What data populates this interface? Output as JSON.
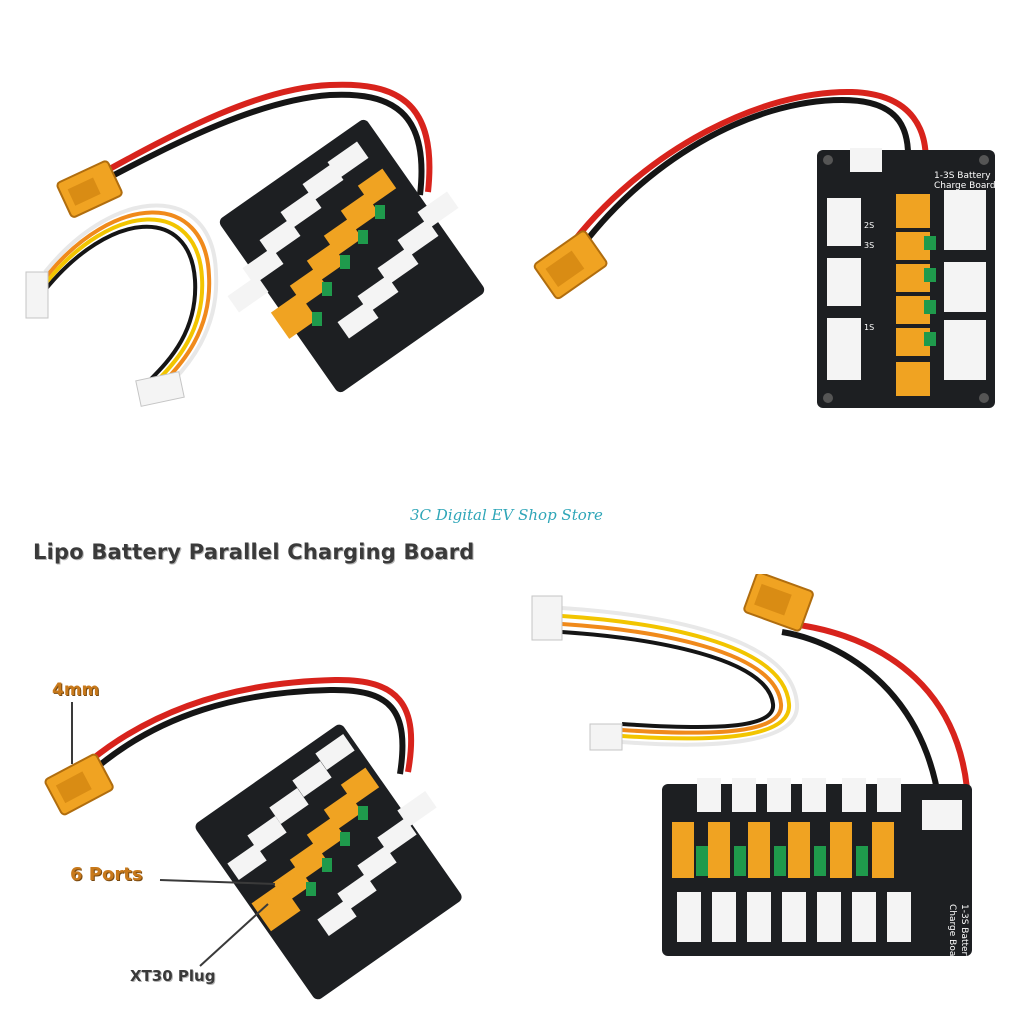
{
  "watermark": "3C Digital EV Shop Store",
  "title": "Lipo Battery Parallel Charging Board",
  "callouts": {
    "wire": "4mm",
    "ports": "6 Ports",
    "plug": "XT30 Plug"
  },
  "board_print": {
    "line1": "1-3S Battery",
    "line2": "Charge Board",
    "s2": "2S",
    "s3": "3S",
    "s1": "1S"
  },
  "colors": {
    "board": "#1d1f22",
    "connector": "#f0a322",
    "fuse": "#1f9a4c",
    "balance_port": "#f4f4f4",
    "wire_red": "#d8231c",
    "wire_black": "#151515",
    "wire_yellow": "#f2c500",
    "wire_orange": "#f08a1b"
  }
}
